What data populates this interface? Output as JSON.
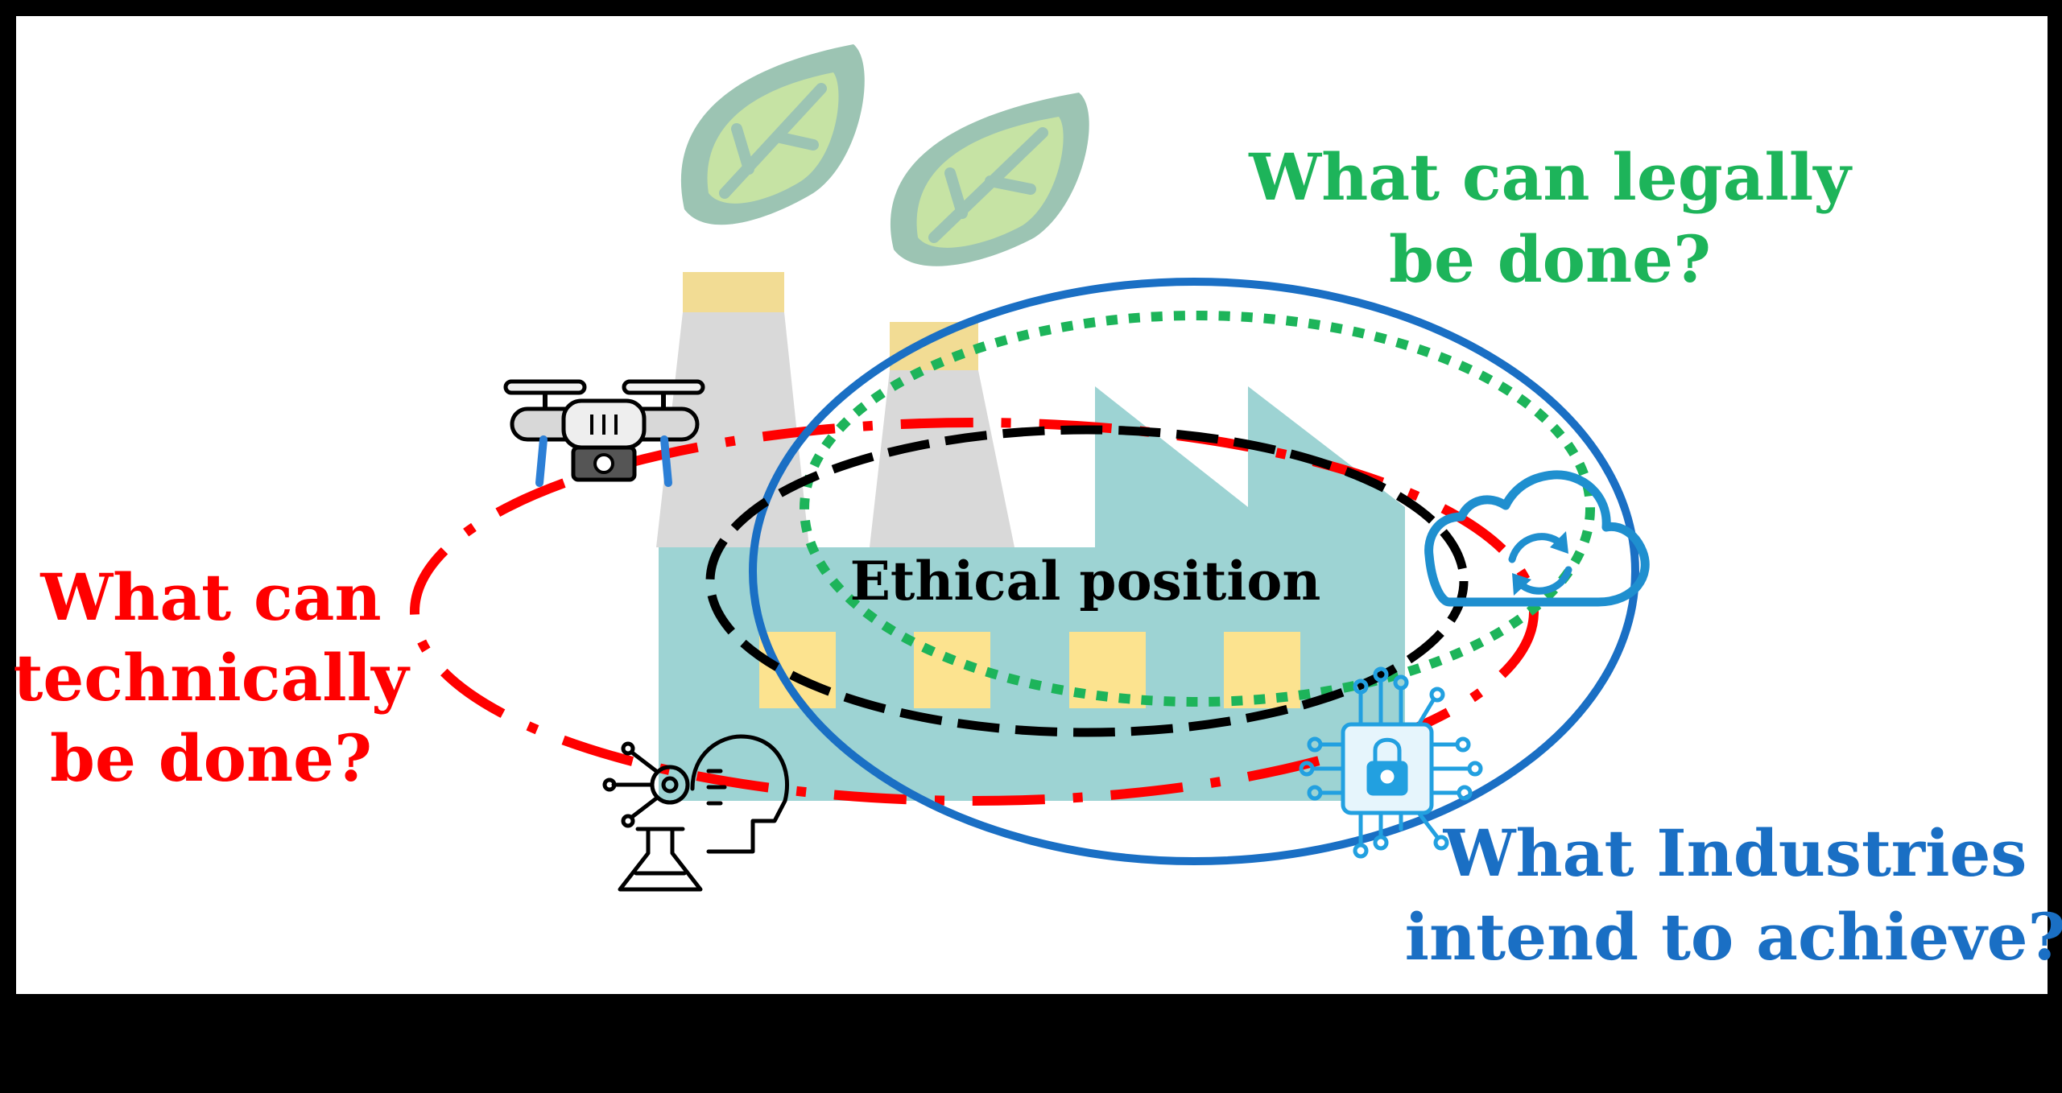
{
  "labels": {
    "legal": [
      "What can legally",
      "be done?"
    ],
    "technical": [
      "What can",
      "technically",
      "be done?"
    ],
    "industry": [
      "What Industries",
      "intend to achieve?"
    ],
    "ethical": "Ethical position"
  },
  "colors": {
    "legal": "#1db45a",
    "technical": "#ff0000",
    "industry": "#1a6fc4",
    "ethical": "#000000",
    "factory": "#9dd3d3",
    "chimney": "#d9d9d9",
    "chimney_top": "#f2dc94",
    "window": "#fce38f",
    "leaf_outer": "#9cc4b3",
    "leaf_inner": "#c6e3a4",
    "cloud": "#1f8fcf",
    "chip": "#22a0e0"
  },
  "icons": {
    "drone": "drone-icon",
    "scientist": "ai-scientist-icon",
    "cloud": "cloud-sync-icon",
    "chip": "security-chip-icon",
    "leaf": "leaf-icon",
    "factory": "factory-icon"
  }
}
